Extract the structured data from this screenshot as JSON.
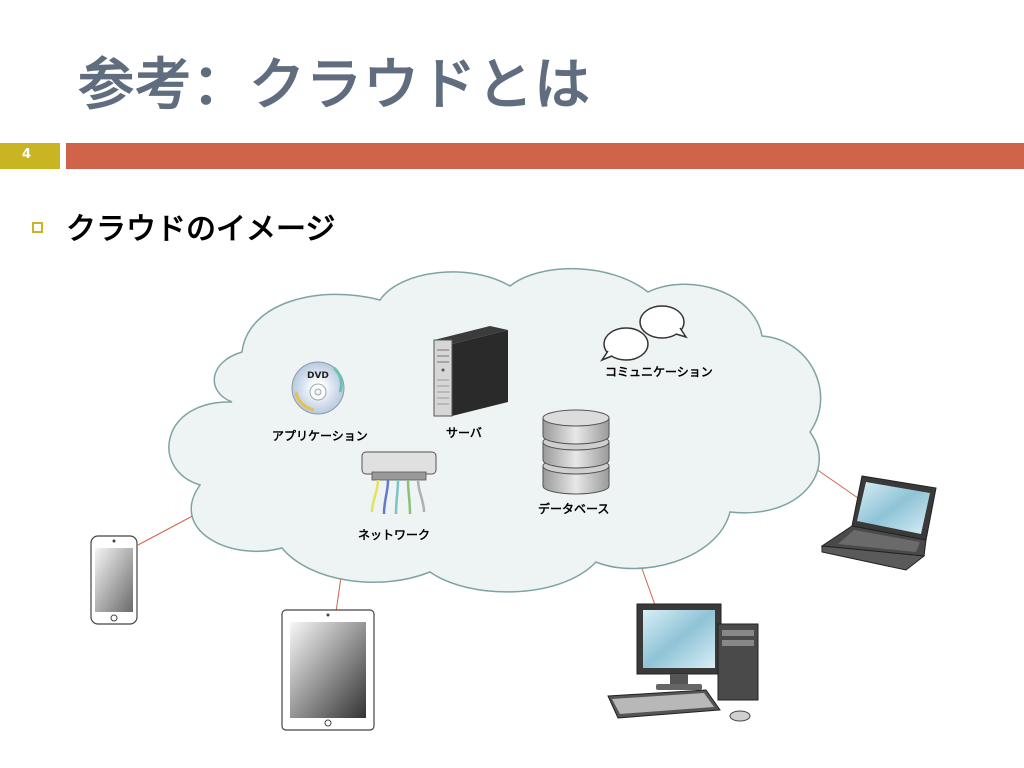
{
  "title": "参考：クラウドとは",
  "page_number": "4",
  "bullet": "クラウドのイメージ",
  "diagram": {
    "labels": {
      "application": "アプリケーション",
      "server": "サーバ",
      "communication": "コミュニケーション",
      "network": "ネットワーク",
      "database": "データベース",
      "dvd": "DVD"
    }
  },
  "colors": {
    "title": "#5f6d7e",
    "page_box": "#c9b521",
    "title_bar": "#d0644a",
    "cloud_fill": "#eef3f3",
    "cloud_stroke": "#7fa3a3",
    "connector": "#d0644a"
  }
}
